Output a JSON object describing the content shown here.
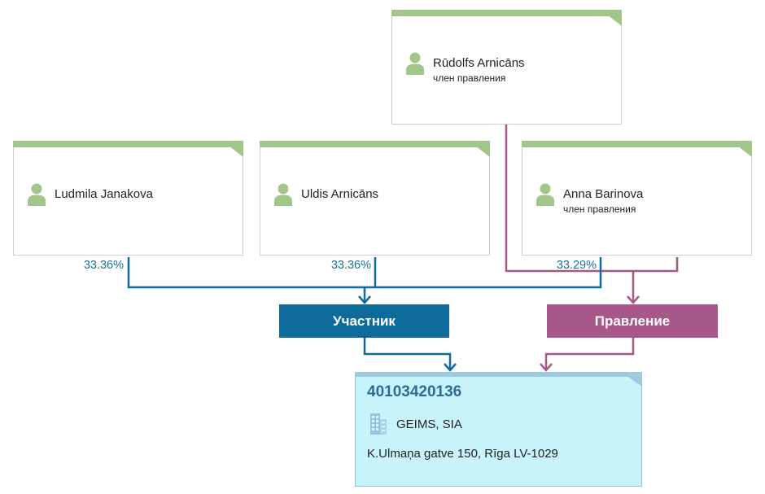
{
  "board_member": {
    "name": "Rūdolfs Arnicāns",
    "role": "член правления"
  },
  "persons": [
    {
      "name": "Ludmila Janakova",
      "share": "33.36%"
    },
    {
      "name": "Uldis Arnicāns",
      "share": "33.36%"
    },
    {
      "name": "Anna Barinova",
      "role": "член правления",
      "share": "33.29%"
    }
  ],
  "groups": {
    "participants": "Участник",
    "board": "Правление"
  },
  "company": {
    "reg_no": "40103420136",
    "name": "GEIMS, SIA",
    "address": "K.Ulmaņa gatve 150, Rīga LV-1029"
  },
  "icons": {
    "person": "person-icon",
    "company": "building-icon"
  },
  "colors": {
    "person_accent": "#a2c68a",
    "participant": "#0f6b9c",
    "board": "#a8578b",
    "share_text": "#1c6f9d",
    "company_bg": "#c8f3fa",
    "company_border": "#8fc5dc",
    "company_accent": "#9ccae2",
    "company_id": "#2d6b98"
  }
}
